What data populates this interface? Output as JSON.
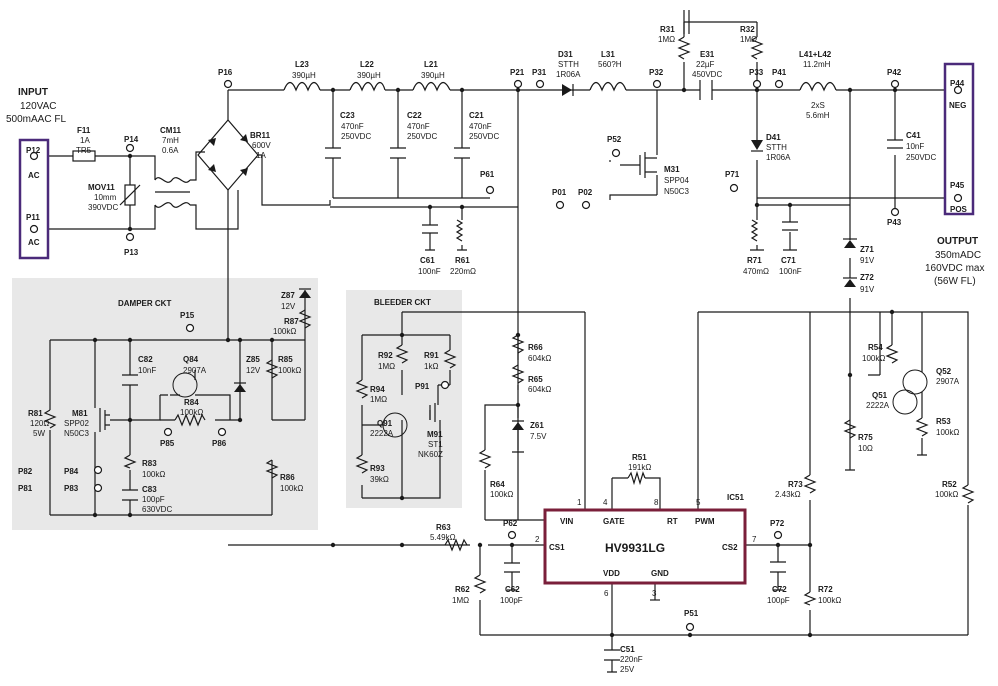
{
  "input": {
    "title": "INPUT",
    "voltage": "120VAC",
    "current": "500mAAC FL"
  },
  "output": {
    "title": "OUTPUT",
    "current": "350mADC",
    "voltage": "160VDC max",
    "power": "(56W FL)"
  },
  "terminals": {
    "p12": "P12",
    "ac_top": "AC",
    "p11": "P11",
    "ac_bot": "AC",
    "p44": "P44",
    "neg": "NEG",
    "p45": "P45",
    "pos": "POS"
  },
  "sections": {
    "damper": "DAMPER CKT",
    "bleeder": "BLEEDER CKT"
  },
  "ic": {
    "name": "HV9931LG",
    "ref": "IC51",
    "pins": {
      "vin": "VIN",
      "gate": "GATE",
      "rt": "RT",
      "pwm": "PWM",
      "cs1": "CS1",
      "cs2": "CS2",
      "vdd": "VDD",
      "gnd": "GND"
    },
    "pin_numbers": {
      "vin": "1",
      "gate": "4",
      "rt": "8",
      "pwm": "5",
      "cs1": "2",
      "cs2": "7",
      "vdd": "6",
      "gnd": "3"
    }
  },
  "components": {
    "f11": [
      "F11",
      "1A",
      "TR5"
    ],
    "p14": "P14",
    "p13": "P13",
    "p16": "P16",
    "p15": "P15",
    "mov11": [
      "MOV11",
      "10mm",
      "390VDC"
    ],
    "cm11": [
      "CM11",
      "7mH",
      "0.6A"
    ],
    "br11": [
      "BR11",
      "600V",
      "1A"
    ],
    "l23": [
      "L23",
      "390µH"
    ],
    "l22": [
      "L22",
      "390µH"
    ],
    "l21": [
      "L21",
      "390µH"
    ],
    "c23": [
      "C23",
      "470nF",
      "250VDC"
    ],
    "c22": [
      "C22",
      "470nF",
      "250VDC"
    ],
    "c21": [
      "C21",
      "470nF",
      "250VDC"
    ],
    "p21": "P21",
    "p31": "P31",
    "p32": "P32",
    "p33": "P33",
    "p41": "P41",
    "p42": "P42",
    "p43": "P43",
    "p52": "P52",
    "p61": "P61",
    "p71": "P71",
    "p01": "P01",
    "p02": "P02",
    "p51": "P51",
    "p62": "P62",
    "p72": "P72",
    "p82": "P82",
    "p81": "P81",
    "p84": "P84",
    "p83": "P83",
    "p85": "P85",
    "p86": "P86",
    "p91": "P91",
    "d31": [
      "D31",
      "STTH",
      "1R06A"
    ],
    "l31": [
      "L31",
      "560?H"
    ],
    "r31": [
      "R31",
      "1MΩ"
    ],
    "r32": [
      "R32",
      "1MΩ"
    ],
    "e31": [
      "E31",
      "22µF",
      "450VDC"
    ],
    "d41": [
      "D41",
      "STTH",
      "1R06A"
    ],
    "l41": [
      "L41+L42",
      "11.2mH",
      "2xS",
      "5.6mH"
    ],
    "c41": [
      "C41",
      "10nF",
      "250VDC"
    ],
    "m31": [
      "M31",
      "SPP04",
      "N50C3"
    ],
    "c61": [
      "C61",
      "100nF"
    ],
    "r61": [
      "R61",
      "220mΩ"
    ],
    "r71": [
      "R71",
      "470mΩ"
    ],
    "c71": [
      "C71",
      "100nF"
    ],
    "z71": [
      "Z71",
      "91V"
    ],
    "z72": [
      "Z72",
      "91V"
    ],
    "z87": [
      "Z87",
      "12V"
    ],
    "r87": [
      "R87",
      "100kΩ"
    ],
    "c82": [
      "C82",
      "10nF"
    ],
    "q84": [
      "Q84",
      "2907A"
    ],
    "z85": [
      "Z85",
      "12V"
    ],
    "r85": [
      "R85",
      "100kΩ"
    ],
    "r84": [
      "R84",
      "100kΩ"
    ],
    "r81": [
      "R81",
      "120Ω",
      "5W"
    ],
    "m81": [
      "M81",
      "SPP02",
      "N50C3"
    ],
    "r83": [
      "R83",
      "100kΩ"
    ],
    "c83": [
      "C83",
      "100pF",
      "630VDC"
    ],
    "r86": [
      "R86",
      "100kΩ"
    ],
    "r92": [
      "R92",
      "1MΩ"
    ],
    "r91": [
      "R91",
      "1kΩ"
    ],
    "r94": [
      "R94",
      "1MΩ"
    ],
    "q91": [
      "Q91",
      "2222A"
    ],
    "m91": [
      "M91",
      "ST1",
      "NK60Z"
    ],
    "r93": [
      "R93",
      "39kΩ"
    ],
    "r66": [
      "R66",
      "604kΩ"
    ],
    "r65": [
      "R65",
      "604kΩ"
    ],
    "z61": [
      "Z61",
      "7.5V"
    ],
    "r64": [
      "R64",
      "100kΩ"
    ],
    "r63": [
      "R63",
      "5.49kΩ"
    ],
    "r62": [
      "R62",
      "1MΩ"
    ],
    "c62": [
      "C62",
      "100pF"
    ],
    "r51": [
      "R51",
      "191kΩ"
    ],
    "c51": [
      "C51",
      "220nF",
      "25V"
    ],
    "r73": [
      "R73",
      "2.43kΩ"
    ],
    "r72": [
      "R72",
      "100kΩ"
    ],
    "c72": [
      "C72",
      "100pF"
    ],
    "r54": [
      "R54",
      "100kΩ"
    ],
    "q52": [
      "Q52",
      "2907A"
    ],
    "q51": [
      "Q51",
      "2222A"
    ],
    "r53": [
      "R53",
      "100kΩ"
    ],
    "r75": [
      "R75",
      "10Ω"
    ],
    "r52": [
      "R52",
      "100kΩ"
    ]
  }
}
